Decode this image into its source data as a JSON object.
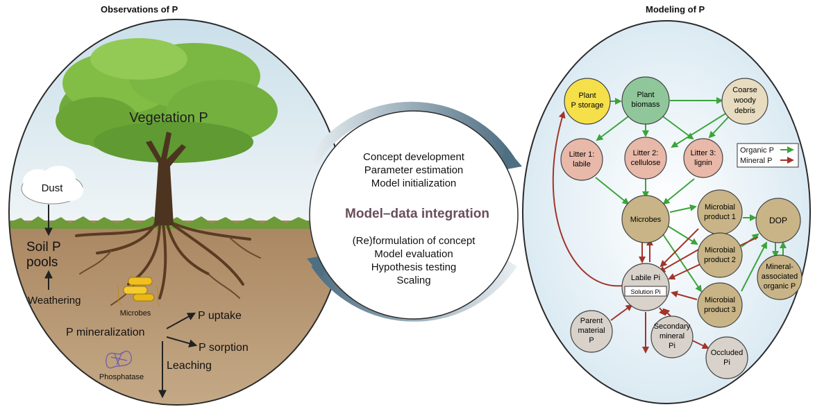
{
  "left_panel": {
    "title": "Observations of P",
    "labels": {
      "vegetation": "Vegetation P",
      "dust": "Dust",
      "soil_pools_line1": "Soil P",
      "soil_pools_line2": "pools",
      "weathering": "Weathering",
      "microbes": "Microbes",
      "p_mineralization": "P mineralization",
      "p_uptake": "P uptake",
      "p_sorption": "P sorption",
      "leaching": "Leaching",
      "phosphatase": "Phosphatase"
    }
  },
  "center": {
    "top_items": [
      "Concept development",
      "Parameter estimation",
      "Model initialization"
    ],
    "heading": "Model–data integration",
    "bottom_items": [
      "(Re)formulation of concept",
      "Model evaluation",
      "Hypothesis testing",
      "Scaling"
    ]
  },
  "right_panel": {
    "title": "Modeling of P",
    "nodes": {
      "plant_storage": [
        "Plant",
        "P storage"
      ],
      "plant_biomass": [
        "Plant",
        "biomass"
      ],
      "coarse_debris": [
        "Coarse",
        "woody",
        "debris"
      ],
      "litter1": [
        "Litter 1:",
        "labile"
      ],
      "litter2": [
        "Litter 2:",
        "cellulose"
      ],
      "litter3": [
        "Litter 3:",
        "lignin"
      ],
      "microbes": [
        "Microbes"
      ],
      "microbial1": [
        "Microbial",
        "product 1"
      ],
      "microbial2": [
        "Microbial",
        "product 2"
      ],
      "microbial3": [
        "Microbial",
        "product 3"
      ],
      "dop": [
        "DOP"
      ],
      "mineral_assoc": [
        "Mineral-",
        "associated",
        "organic P"
      ],
      "labile_pi": [
        "Labile Pi"
      ],
      "solution_pi": "Solution Pi",
      "parent_material": [
        "Parent",
        "material",
        "P"
      ],
      "secondary_mineral": [
        "Secondary",
        "mineral",
        "Pi"
      ],
      "occluded": [
        "Occluded",
        "Pi"
      ]
    },
    "legend": {
      "organic": "Organic P",
      "mineral": "Mineral P"
    },
    "colors": {
      "organic_arrow": "#3aa53a",
      "mineral_arrow": "#a2342a",
      "storage_fill": "#f5e04a",
      "biomass_fill": "#8fc79a",
      "debris_fill": "#e8dcc0",
      "litter_fill": "#e8b8a8",
      "microbe_fill": "#c8b486",
      "mineral_fill": "#d8d2ca"
    }
  }
}
